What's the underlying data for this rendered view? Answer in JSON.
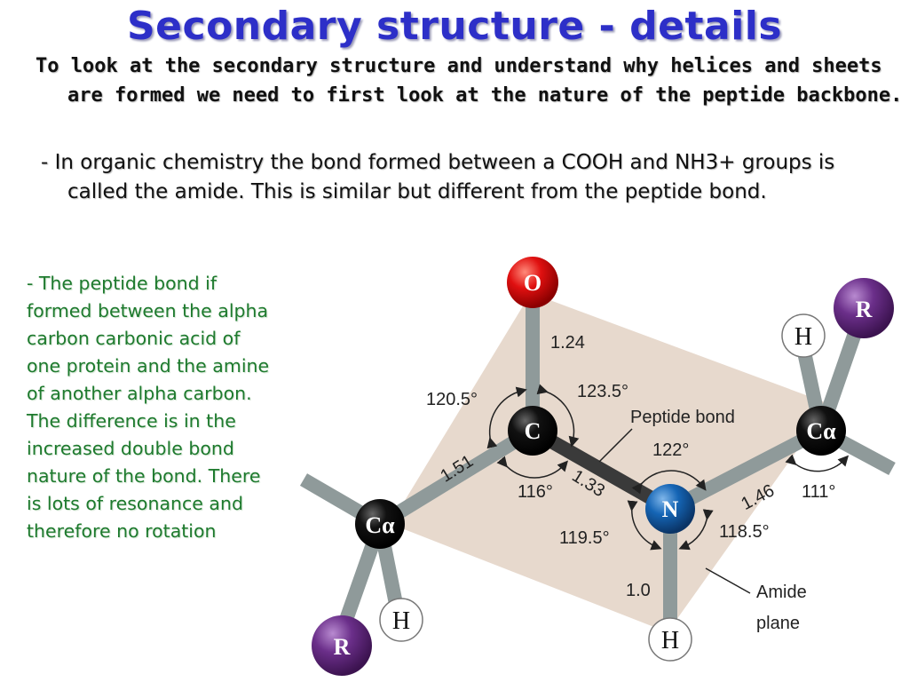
{
  "slide": {
    "title": "Secondary structure - details",
    "intro": "To look at the secondary structure and understand why helices and sheets are formed we need to first look at the nature of the peptide backbone.",
    "amide_note": "- In organic chemistry the bond formed between a COOH and NH3+ groups is called the amide.  This is similar but different from the peptide bond.",
    "side_note": "- The peptide bond if formed between the alpha carbon carbonic acid of one protein and the amine of another alpha carbon.  The difference is in the increased double bond nature of the bond.  There is lots of resonance and therefore no rotation"
  },
  "diagram": {
    "atoms": {
      "oxygen": "O",
      "carbon": "C",
      "nitrogen": "N",
      "c_alpha_left": "Cα",
      "c_alpha_right": "Cα",
      "r_left": "R",
      "r_right": "R",
      "h_left": "H",
      "h_right": "H",
      "h_nitrogen": "H"
    },
    "bond_lengths": {
      "c_o": "1.24",
      "ca_c": "1.51",
      "c_n": "1.33",
      "n_ca": "1.46",
      "n_h": "1.0"
    },
    "angles": {
      "a_120_5": "120.5°",
      "a_123_5": "123.5°",
      "a_116": "116°",
      "a_122": "122°",
      "a_119_5": "119.5°",
      "a_118_5": "118.5°",
      "a_111": "111°"
    },
    "labels": {
      "peptide_bond": "Peptide bond",
      "amide_plane_1": "Amide",
      "amide_plane_2": "plane"
    },
    "colors": {
      "plane": "#e7d9cd",
      "oxygen": "#e01010",
      "nitrogen": "#1565b5",
      "carbon": "#111111",
      "r_group": "#6b2f8a",
      "bond": "#8f9a9a"
    }
  }
}
